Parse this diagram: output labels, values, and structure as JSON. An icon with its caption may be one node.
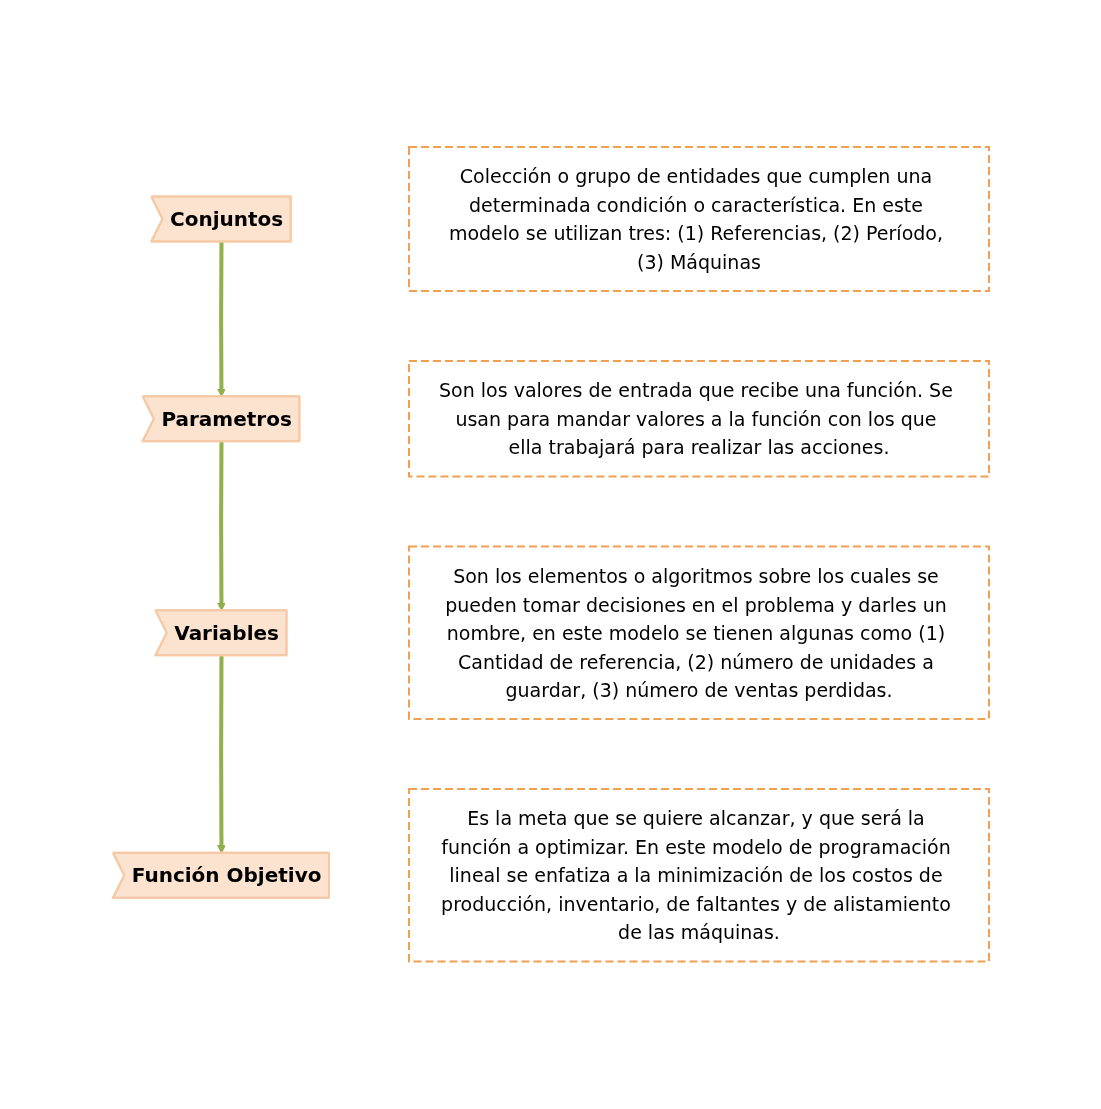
{
  "diagram": {
    "nodes": [
      {
        "text": [
          "Conjuntos"
        ]
      },
      {
        "text": [
          "Colección o grupo de entidades que cumplen una determinada condición o característica. En este modelo se utilizan tres: (1) Referencias, (2) Período, (3) Máquinas"
        ]
      },
      {
        "text": [
          "Parametros"
        ]
      },
      {
        "text": [
          "Son los valores de entrada que recibe una función. Se usan para mandar valores a la función con los que ella trabajará para realizar las acciones."
        ]
      },
      {
        "text": [
          "Variables"
        ]
      },
      {
        "text": [
          "Son los elementos o algoritmos sobre los cuales se pueden tomar decisiones en el problema y darles un nombre, en este modelo se tienen algunas como (1) Cantidad de referencia, (2) número de unidades a guardar, (3) número de ventas perdidas."
        ]
      },
      {
        "text": [
          "Función Objetivo"
        ]
      },
      {
        "text": [
          "Es la meta que se quiere alcanzar, y que será la función a optimizar. En este modelo de programación lineal se enfatiza a la minimización de los costos de producción, inventario, de faltantes y de alistamiento de las máquinas."
        ]
      }
    ],
    "edges": [
      {
        "from": 0,
        "to": 2,
        "arrow": "to"
      },
      {
        "from": 2,
        "to": 4,
        "arrow": "to"
      },
      {
        "from": 4,
        "to": 6,
        "arrow": "to"
      }
    ]
  }
}
